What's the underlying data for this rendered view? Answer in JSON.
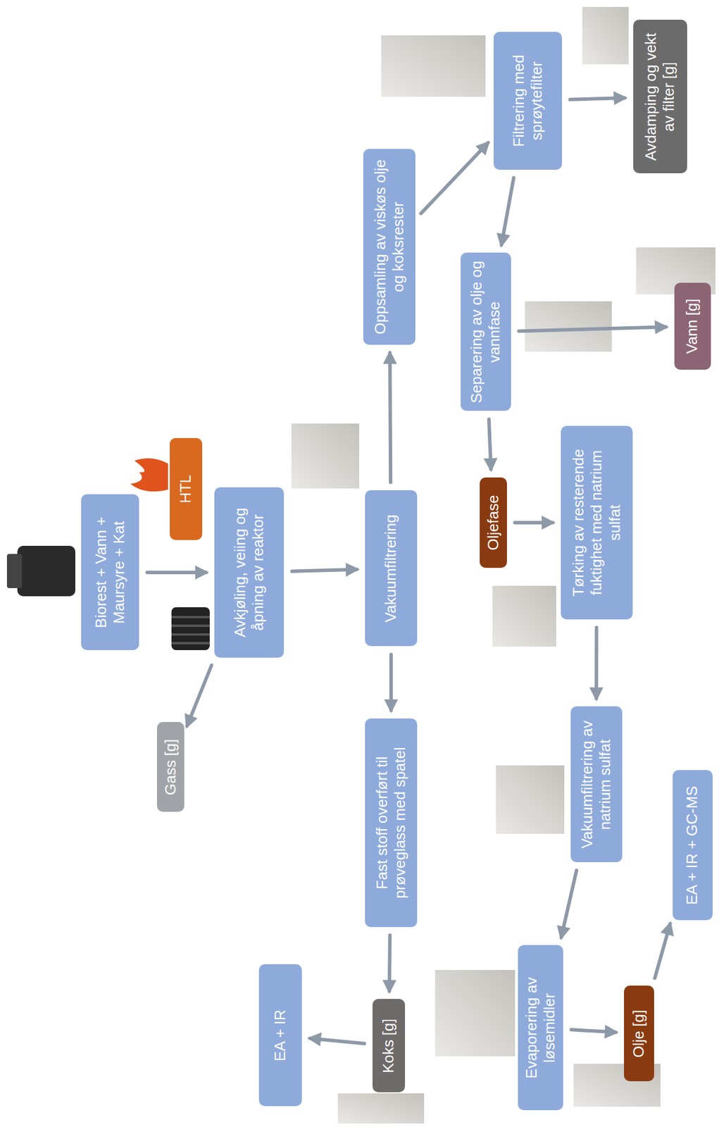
{
  "diagram": {
    "nodes": [
      {
        "text": [
          "Biorest + Vann + Maursyre + Kat"
        ]
      },
      {
        "text": [
          "HTL"
        ]
      },
      {
        "text": [
          "Avkjøling, veiing og åpning av reaktor"
        ]
      },
      {
        "text": [
          "Gass [g]"
        ]
      },
      {
        "text": [
          "Vakuumfiltrering"
        ]
      },
      {
        "text": [
          "Fast stoff overført til prøveglass med spatel"
        ]
      },
      {
        "text": [
          "Koks [g]"
        ]
      },
      {
        "text": [
          "EA + IR"
        ]
      },
      {
        "text": [
          "Oppsamling av viskøs olje og koksrester"
        ]
      },
      {
        "text": [
          "Filtrering med sprøytefilter"
        ]
      },
      {
        "text": [
          "Avdamping og vekt av filter [g]"
        ]
      },
      {
        "text": [
          "Separering av olje og vannfase"
        ]
      },
      {
        "text": [
          "Vann [g]"
        ]
      },
      {
        "text": [
          "Oljefase"
        ]
      },
      {
        "text": [
          "Tørking av resterende fuktighet med natrium sulfat"
        ]
      },
      {
        "text": [
          "Vakuumfiltrering av natrium sulfat"
        ]
      },
      {
        "text": [
          "Evaporering av løsemidler"
        ]
      },
      {
        "text": [
          "Olje [g]"
        ]
      },
      {
        "text": [
          "EA + IR + GC-MS"
        ]
      }
    ],
    "edges": [
      {
        "from": 0,
        "to": 2,
        "arrow": "to"
      },
      {
        "from": 2,
        "to": 3,
        "arrow": "to"
      },
      {
        "from": 2,
        "to": 4,
        "arrow": "to"
      },
      {
        "from": 4,
        "to": 8,
        "arrow": "to"
      },
      {
        "from": 4,
        "to": 5,
        "arrow": "to"
      },
      {
        "from": 5,
        "to": 6,
        "arrow": "to"
      },
      {
        "from": 6,
        "to": 7,
        "arrow": "to"
      },
      {
        "from": 8,
        "to": 9,
        "arrow": "to"
      },
      {
        "from": 9,
        "to": 10,
        "arrow": "to"
      },
      {
        "from": 9,
        "to": 11,
        "arrow": "to"
      },
      {
        "from": 11,
        "to": 12,
        "arrow": "to"
      },
      {
        "from": 11,
        "to": 13,
        "arrow": "to"
      },
      {
        "from": 13,
        "to": 14,
        "arrow": "to"
      },
      {
        "from": 14,
        "to": 15,
        "arrow": "to"
      },
      {
        "from": 15,
        "to": 16,
        "arrow": "to"
      },
      {
        "from": 16,
        "to": 17,
        "arrow": "to"
      },
      {
        "from": 17,
        "to": 18,
        "arrow": "to"
      }
    ]
  }
}
